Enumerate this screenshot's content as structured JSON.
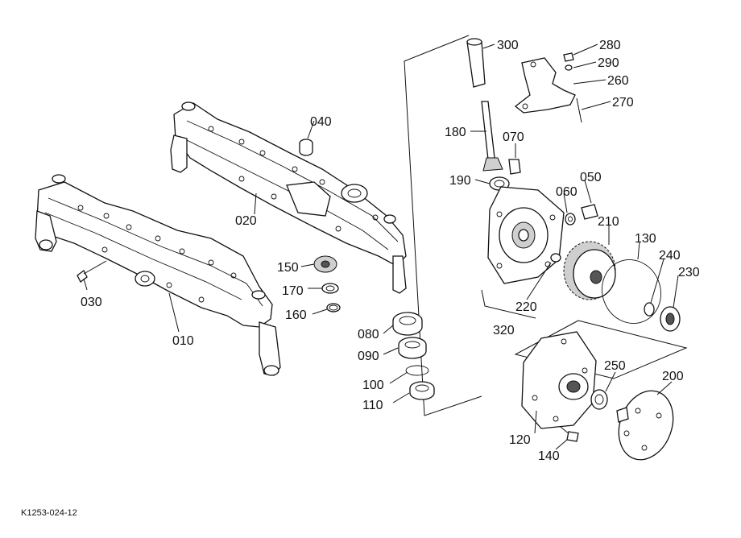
{
  "drawing_code": "K1253-024-12",
  "parts": [
    {
      "id": "p300",
      "number": "300"
    },
    {
      "id": "p280",
      "number": "280"
    },
    {
      "id": "p290",
      "number": "290"
    },
    {
      "id": "p260",
      "number": "260"
    },
    {
      "id": "p270",
      "number": "270"
    },
    {
      "id": "p040",
      "number": "040"
    },
    {
      "id": "p180",
      "number": "180"
    },
    {
      "id": "p070",
      "number": "070"
    },
    {
      "id": "p050",
      "number": "050"
    },
    {
      "id": "p190",
      "number": "190"
    },
    {
      "id": "p060",
      "number": "060"
    },
    {
      "id": "p020",
      "number": "020"
    },
    {
      "id": "p210",
      "number": "210"
    },
    {
      "id": "p130",
      "number": "130"
    },
    {
      "id": "p240",
      "number": "240"
    },
    {
      "id": "p230",
      "number": "230"
    },
    {
      "id": "p150",
      "number": "150"
    },
    {
      "id": "p170",
      "number": "170"
    },
    {
      "id": "p160",
      "number": "160"
    },
    {
      "id": "p030",
      "number": "030"
    },
    {
      "id": "p220",
      "number": "220"
    },
    {
      "id": "p320",
      "number": "320"
    },
    {
      "id": "p080",
      "number": "080"
    },
    {
      "id": "p010",
      "number": "010"
    },
    {
      "id": "p090",
      "number": "090"
    },
    {
      "id": "p250",
      "number": "250"
    },
    {
      "id": "p200",
      "number": "200"
    },
    {
      "id": "p100",
      "number": "100"
    },
    {
      "id": "p110",
      "number": "110"
    },
    {
      "id": "p120",
      "number": "120"
    },
    {
      "id": "p140",
      "number": "140"
    }
  ]
}
